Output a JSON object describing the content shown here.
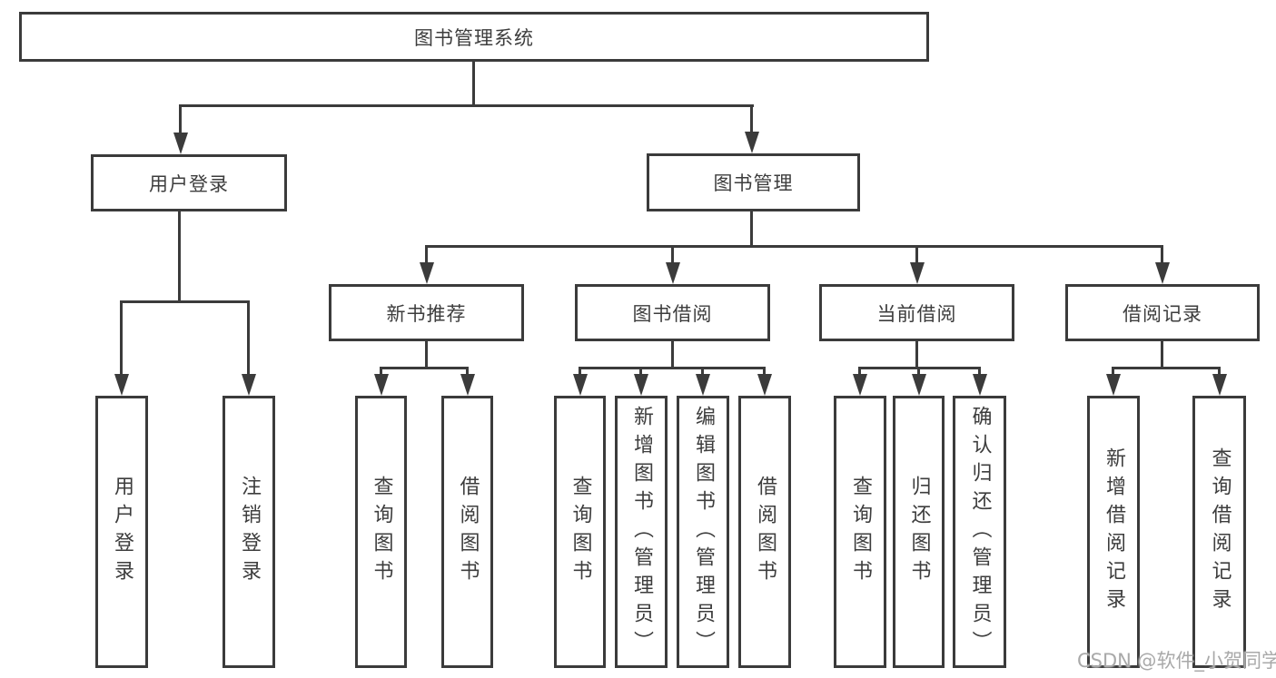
{
  "title": "图书管理系统",
  "watermark": {
    "text": "CSDN @软件_小贺同学"
  },
  "colors": {
    "line": "#3b3b3b",
    "box_border": "#3b3b3b",
    "text": "#3d3d3d",
    "watermark": "#a9a9a9",
    "background": "#ffffff"
  },
  "tree": {
    "label": "图书管理系统",
    "children": [
      {
        "label": "用户登录",
        "children": [
          {
            "label": "用户登录"
          },
          {
            "label": "注销登录"
          }
        ]
      },
      {
        "label": "图书管理",
        "children": [
          {
            "label": "新书推荐",
            "children": [
              {
                "label": "查询图书"
              },
              {
                "label": "借阅图书"
              }
            ]
          },
          {
            "label": "图书借阅",
            "children": [
              {
                "label": "查询图书"
              },
              {
                "label": "新增图书（管理员）"
              },
              {
                "label": "编辑图书（管理员）"
              },
              {
                "label": "借阅图书"
              }
            ]
          },
          {
            "label": "当前借阅",
            "children": [
              {
                "label": "查询图书"
              },
              {
                "label": "归还图书"
              },
              {
                "label": "确认归还（管理员）"
              }
            ]
          },
          {
            "label": "借阅记录",
            "children": [
              {
                "label": "新增借阅记录"
              },
              {
                "label": "查询借阅记录"
              }
            ]
          }
        ]
      }
    ]
  }
}
